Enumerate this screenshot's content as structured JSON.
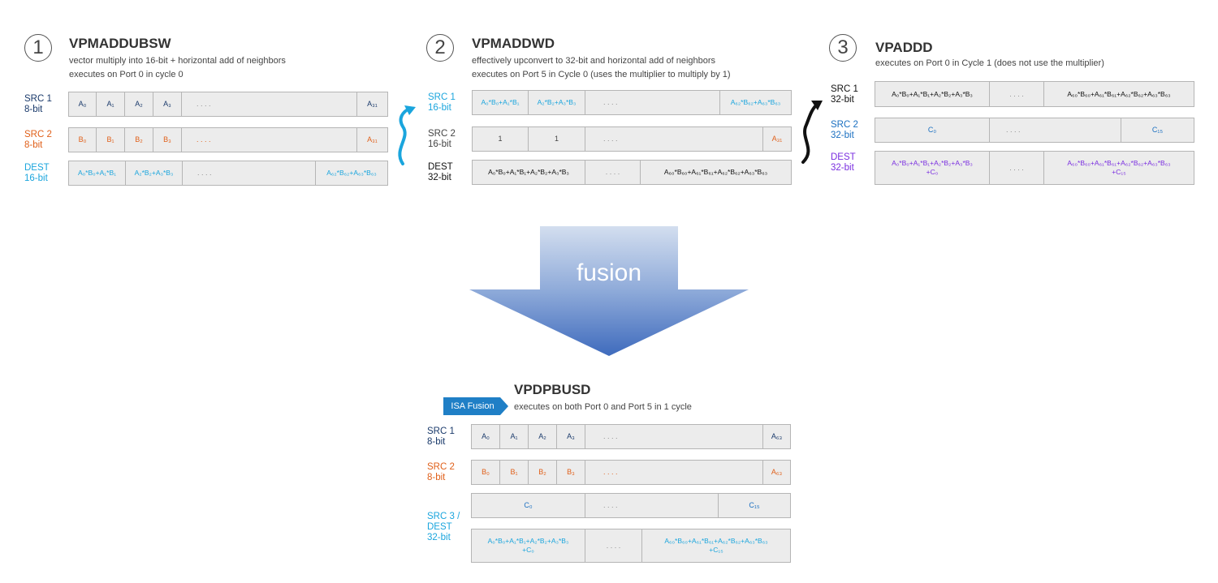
{
  "colors": {
    "navy": "#1a3a6b",
    "orange": "#e0601a",
    "light_blue": "#1aa5dd",
    "purple": "#7a2ee0",
    "badge_blue": "#1f7fc6",
    "fusion_arrow_top": "#d3deef",
    "fusion_arrow_bottom": "#3f6bbd",
    "cell_fill": "#ececec"
  },
  "step1": {
    "number": "1",
    "title": "VPMADDUBSW",
    "desc1": "vector multiply into 16-bit + horizontal add of neighbors",
    "desc2": "executes on Port 0 in cycle 0",
    "rows": [
      {
        "label1": "SRC 1",
        "label2": "8-bit",
        "cells": [
          "A₀",
          "A₁",
          "A₂",
          "A₃",
          ". . . .",
          "A₃₁"
        ]
      },
      {
        "label1": "SRC 2",
        "label2": "8-bit",
        "cells": [
          "B₀",
          "B₁",
          "B₂",
          "B₃",
          ". . . .",
          "A₃₁"
        ]
      },
      {
        "label1": "DEST",
        "label2": "16-bit",
        "cells": [
          "A₀*B₀+A₁*B₁",
          "A₂*B₂+A₃*B₃",
          ". . . .",
          "A₆₂*B₆₂+A₆₃*B₆₃"
        ]
      }
    ]
  },
  "step2": {
    "number": "2",
    "title": "VPMADDWD",
    "desc1": "effectively upconvert to 32-bit and horizontal add of neighbors",
    "desc2": "executes on Port 5 in Cycle 0 (uses the multiplier to multiply by 1)",
    "rows": [
      {
        "label1": "SRC 1",
        "label2": "16-bit",
        "cells": [
          "A₀*B₀+A₁*B₁",
          "A₂*B₂+A₃*B₃",
          ". . . .",
          "A₆₂*B₆₂+A₆₃*B₆₃"
        ]
      },
      {
        "label1": "SRC 2",
        "label2": "16-bit",
        "cells": [
          "1",
          "1",
          ". . . .",
          "A₃₁"
        ]
      },
      {
        "label1": "DEST",
        "label2": "32-bit",
        "cells": [
          "A₀*B₀+A₁*B₁+A₂*B₂+A₃*B₃",
          ". . . .",
          "A₆₀*B₆₀+A₆₁*B₆₁+A₆₂*B₆₂+A₆₃*B₆₃"
        ]
      }
    ]
  },
  "step3": {
    "number": "3",
    "title": "VPADDD",
    "desc1": "executes on Port 0 in Cycle 1 (does not use the multiplier)",
    "rows": [
      {
        "label1": "SRC 1",
        "label2": "32-bit",
        "cells": [
          "A₀*B₀+A₁*B₁+A₂*B₂+A₃*B₃",
          ". . . .",
          "A₆₀*B₆₀+A₆₁*B₆₁+A₆₂*B₆₂+A₆₃*B₆₃"
        ]
      },
      {
        "label1": "SRC 2",
        "label2": "32-bit",
        "cells": [
          "C₀",
          ". . . .",
          "C₁₅"
        ]
      },
      {
        "label1": "DEST",
        "label2": "32-bit",
        "cells": [
          "A₀*B₀+A₁*B₁+A₂*B₂+A₃*B₃",
          "+C₀",
          ". . . .",
          "A₆₀*B₆₀+A₆₁*B₆₁+A₆₂*B₆₂+A₆₃*B₆₃",
          "+C₁₅"
        ]
      }
    ]
  },
  "fusion": {
    "label": "fusion"
  },
  "fused": {
    "title": "VPDPBUSD",
    "badge": "ISA Fusion",
    "desc": "executes on both Port 0 and Port 5 in 1 cycle",
    "rows": [
      {
        "label1": "SRC 1",
        "label2": "8-bit",
        "cells": [
          "A₀",
          "A₁",
          "A₂",
          "A₃",
          ". . . .",
          "A₆₃"
        ]
      },
      {
        "label1": "SRC 2",
        "label2": "8-bit",
        "cells": [
          "B₀",
          "B₁",
          "B₂",
          "B₃",
          ". . . .",
          "A₆₃"
        ]
      },
      {
        "label1": "SRC 3 /",
        "label2": "DEST",
        "label3": "32-bit",
        "cells": [
          "C₀",
          ". . . .",
          "C₁₅"
        ]
      },
      {
        "cells": [
          "A₀*B₀+A₁*B₁+A₂*B₂+A₃*B₃",
          "+C₀",
          ". . . .",
          "A₆₀*B₆₀+A₆₁*B₆₁+A₆₂*B₆₂+A₆₃*B₆₃",
          "+C₁₅"
        ]
      }
    ]
  }
}
